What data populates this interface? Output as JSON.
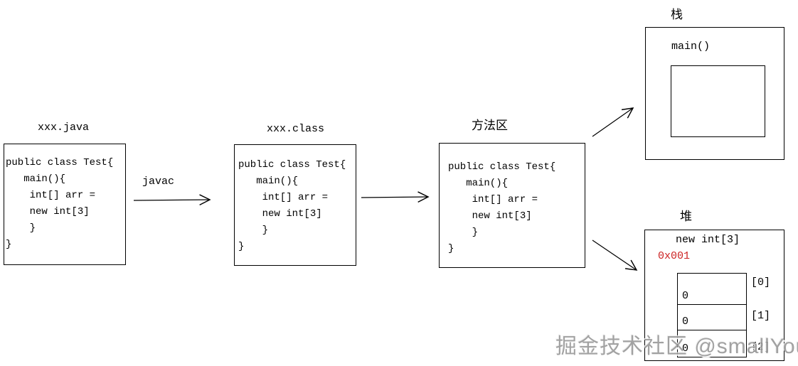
{
  "colors": {
    "line": "#000000",
    "address_red": "#cc2222",
    "watermark_gray": "#989898"
  },
  "java_file": {
    "title": "xxx.java",
    "code": "public class Test{\n   main(){\n    int[] arr =\n    new int[3]\n    }\n}"
  },
  "compile": {
    "label": "javac"
  },
  "class_file": {
    "title": "xxx.class",
    "code": "public class Test{\n   main(){\n    int[] arr =\n    new int[3]\n    }\n}"
  },
  "method_area": {
    "title": "方法区",
    "code": "public class Test{\n   main(){\n    int[] arr =\n    new int[3]\n    }\n}"
  },
  "stack": {
    "title": "栈",
    "frame_label": "main()"
  },
  "heap": {
    "title": "堆",
    "object_label": "new int[3]",
    "address": "0x001",
    "cells": [
      {
        "value": "0",
        "index": "[0]"
      },
      {
        "value": "0",
        "index": "[1]"
      },
      {
        "value": "0",
        "index": "[2]"
      }
    ]
  },
  "watermark": {
    "text": "掘金技术社区 @smallYoung"
  }
}
